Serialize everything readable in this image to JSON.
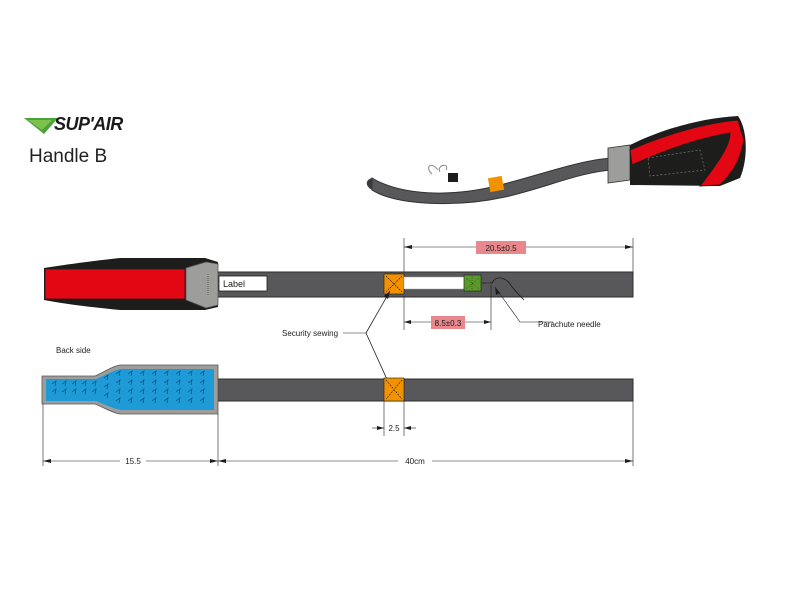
{
  "brand": {
    "logo_text": "SUP'AIR"
  },
  "title": "Handle B",
  "labels": {
    "label_tag": "Label",
    "security_sewing": "Security sewing",
    "parachute_needle": "Parachute needle",
    "back_side": "Back side"
  },
  "dimensions": {
    "top_overall": "20.5±0.5",
    "needle_span": "8.5±0.3",
    "gap": "2.5",
    "grip_length": "15.5",
    "strap_length": "40cm"
  },
  "colors": {
    "strap": "#58585a",
    "grip_red": "#e30613",
    "grip_black": "#1d1d1b",
    "grip_blue": "#1e9ad6",
    "stitch_orange": "#f39200",
    "needle_green": "#2f8f2f",
    "tolerance_badge": "#e8888c",
    "logo_green": "#4aa33b"
  }
}
